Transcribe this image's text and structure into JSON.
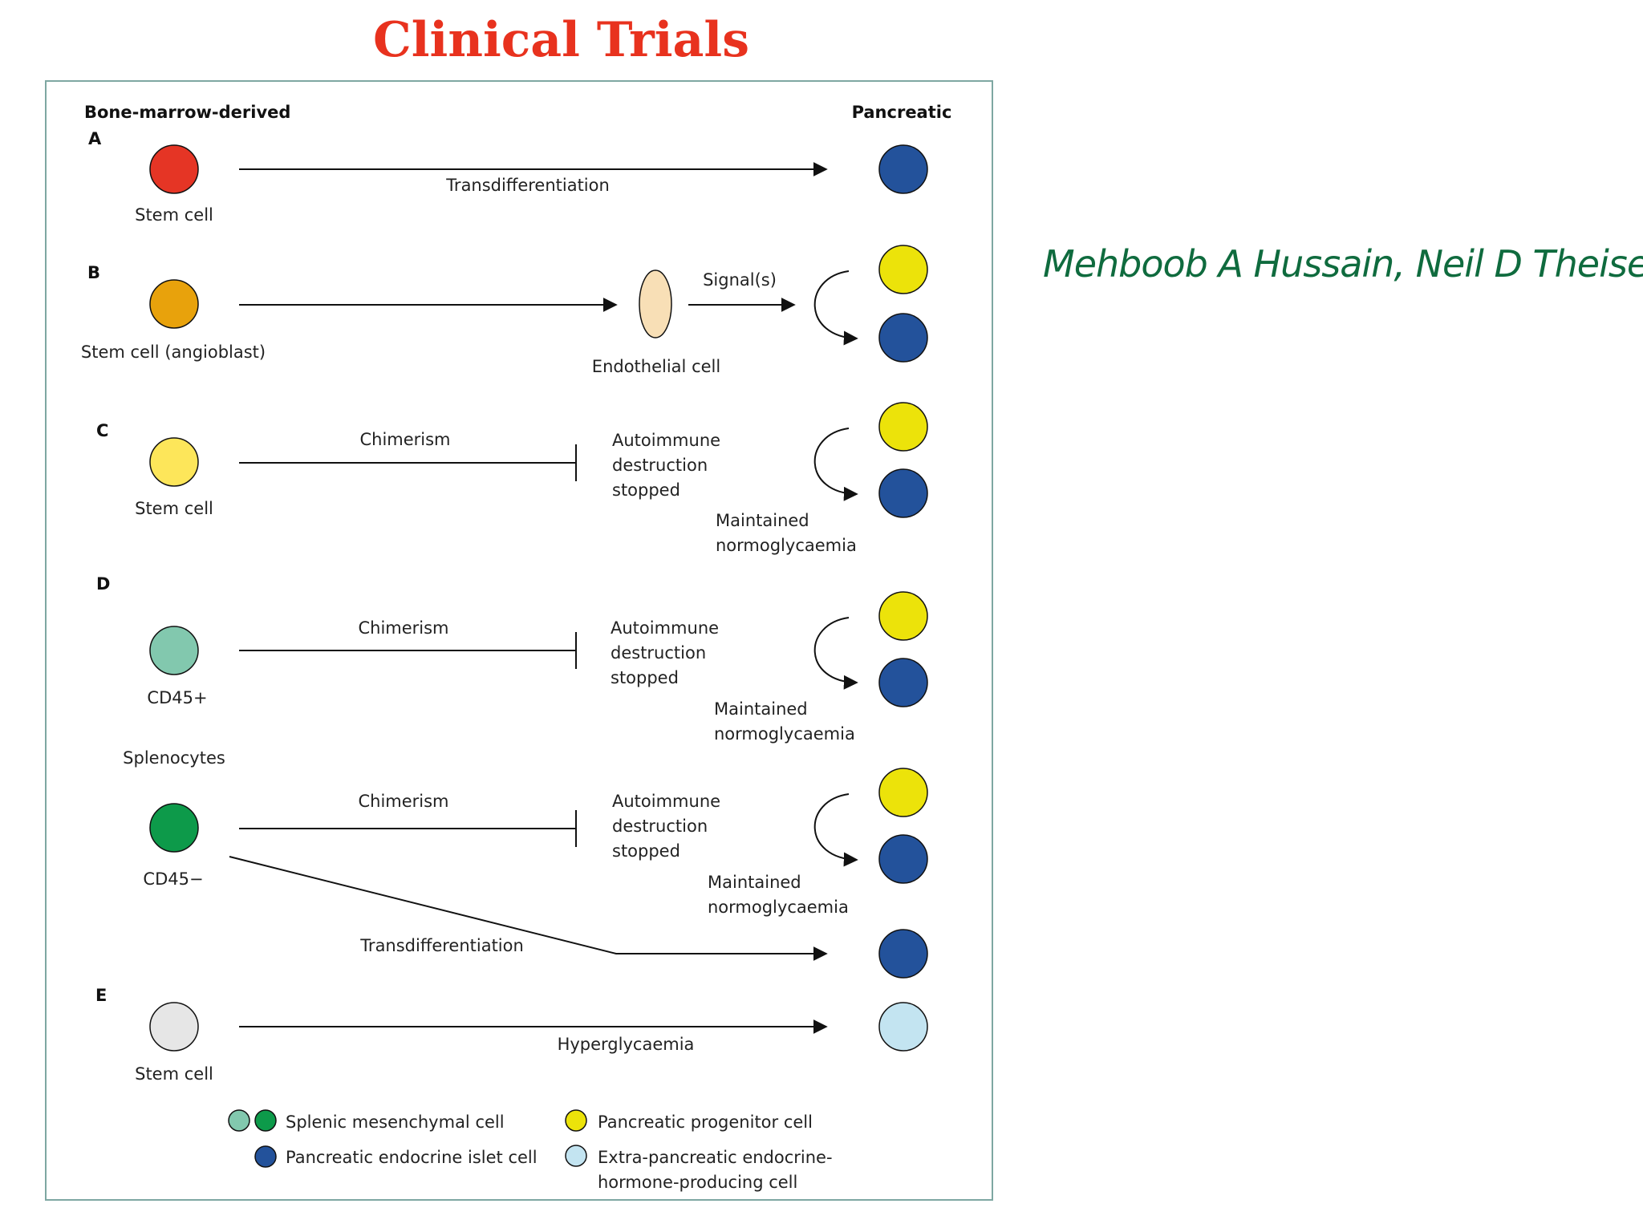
{
  "title": "Clinical Trials",
  "authors": "Mehboob A Hussain, Neil D Theise",
  "diagram": {
    "header_left": "Bone-marrow-derived",
    "header_right": "Pancreatic",
    "panels": {
      "a": {
        "letter": "A",
        "cell_label": "Stem cell",
        "arrow_label": "Transdifferentiation"
      },
      "b": {
        "letter": "B",
        "cell_label": "Stem cell (angioblast)",
        "intermediate_label": "Endothelial cell",
        "signal_label": "Signal(s)"
      },
      "c": {
        "letter": "C",
        "cell_label": "Stem cell",
        "arrow_label": "Chimerism",
        "block_lines": [
          "Autoimmune",
          "destruction",
          "stopped"
        ],
        "result_lines": [
          "Maintained",
          "normoglycaemia"
        ]
      },
      "d": {
        "letter": "D",
        "upper": {
          "cell_label": "CD45+",
          "arrow_label": "Chimerism",
          "block_lines": [
            "Autoimmune",
            "destruction",
            "stopped"
          ],
          "result_lines": [
            "Maintained",
            "normoglycaemia"
          ]
        },
        "group_label": "Splenocytes",
        "lower": {
          "cell_label": "CD45−",
          "arrow_label": "Chimerism",
          "block_lines": [
            "Autoimmune",
            "destruction",
            "stopped"
          ],
          "result_lines": [
            "Maintained",
            "normoglycaemia"
          ],
          "trans_label": "Transdifferentiation"
        }
      },
      "e": {
        "letter": "E",
        "cell_label": "Stem cell",
        "arrow_label": "Hyperglycaemia"
      }
    },
    "legend": {
      "splenic": "Splenic mesenchymal cell",
      "islet": "Pancreatic endocrine islet cell",
      "progenitor": "Pancreatic progenitor cell",
      "extra_lines": [
        "Extra-pancreatic endocrine-",
        "hormone-producing cell"
      ]
    },
    "colors": {
      "stem_a": "#e53525",
      "stem_b": "#e8a20c",
      "stem_c": "#fde65a",
      "cd45_pos": "#82c8ae",
      "cd45_neg": "#0d9a4a",
      "stem_e": "#e6e6e6",
      "endothelial": "#f8dfb6",
      "progenitor": "#ece30a",
      "islet": "#23529b",
      "extra": "#c3e4f1",
      "frame": "#7ea7a2"
    }
  }
}
